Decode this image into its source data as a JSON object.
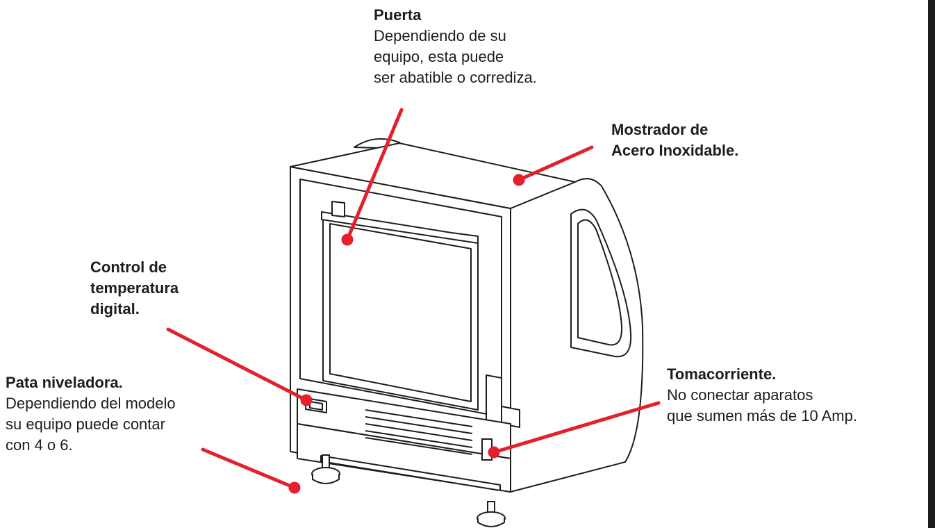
{
  "labels": {
    "puerta": {
      "title": "Puerta",
      "lines": [
        "Dependiendo de su",
        "equipo, esta puede",
        "ser abatible o corrediza."
      ]
    },
    "mostrador": {
      "lines": [
        "Mostrador de",
        "Acero Inoxidable."
      ]
    },
    "control": {
      "lines": [
        "Control de",
        "temperatura",
        "digital."
      ]
    },
    "pata": {
      "title": "Pata niveladora.",
      "lines": [
        "Dependiendo del modelo",
        "su equipo puede contar",
        "con 4 o 6."
      ]
    },
    "tomacorriente": {
      "title": "Tomacorriente.",
      "lines": [
        "No conectar aparatos",
        "que sumen más de 10 Amp."
      ]
    }
  },
  "colors": {
    "callout": "#e3202c",
    "ink": "#1d1d1b"
  }
}
